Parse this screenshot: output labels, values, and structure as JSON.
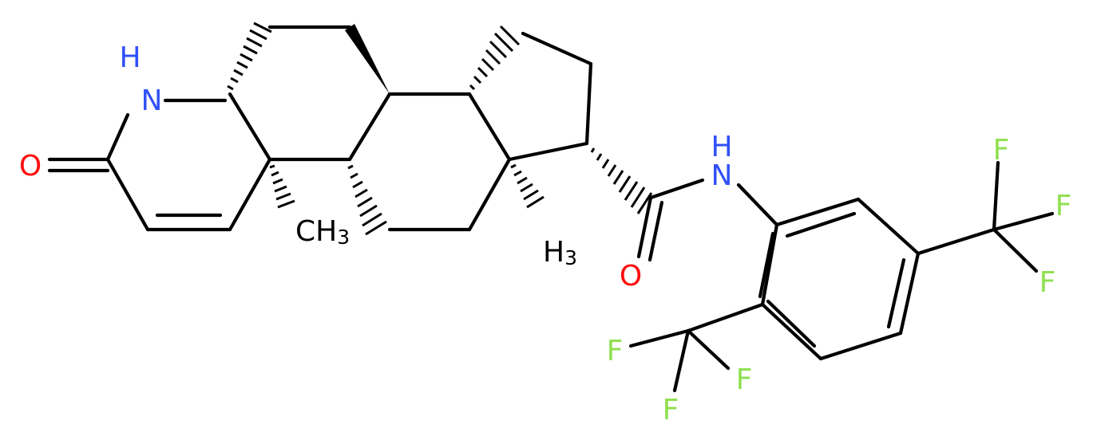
{
  "colors": {
    "bond": "#000000",
    "carbon_label": "#000000",
    "nitrogen": "#3050F8",
    "oxygen": "#FF0D0D",
    "fluorine": "#90E050"
  },
  "atoms": {
    "n_ring": "N",
    "n_ring_h": "H",
    "o_keto": "O",
    "ch3_c10_c": "CH",
    "ch3_c10_sub": "3",
    "ch3_c13_h": "H",
    "ch3_c13_sub": "3",
    "nh_amide_h": "H",
    "nh_amide_n": "N",
    "o_amide": "O",
    "f_a1": "F",
    "f_a2": "F",
    "f_a3": "F",
    "f_b1": "F",
    "f_b2": "F",
    "f_b3": "F"
  }
}
